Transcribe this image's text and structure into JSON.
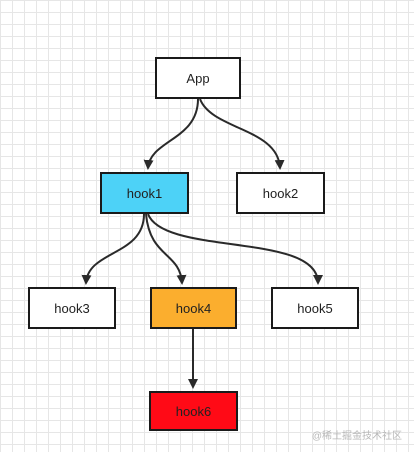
{
  "nodes": [
    {
      "id": "app",
      "label": "App",
      "fill": "#ffffff"
    },
    {
      "id": "hook1",
      "label": "hook1",
      "fill": "#4dd2f7"
    },
    {
      "id": "hook2",
      "label": "hook2",
      "fill": "#ffffff"
    },
    {
      "id": "hook3",
      "label": "hook3",
      "fill": "#ffffff"
    },
    {
      "id": "hook4",
      "label": "hook4",
      "fill": "#fbae2e"
    },
    {
      "id": "hook5",
      "label": "hook5",
      "fill": "#ffffff"
    },
    {
      "id": "hook6",
      "label": "hook6",
      "fill": "#ff0a16"
    }
  ],
  "edges": [
    {
      "from": "app",
      "to": "hook1"
    },
    {
      "from": "app",
      "to": "hook2"
    },
    {
      "from": "hook1",
      "to": "hook3"
    },
    {
      "from": "hook1",
      "to": "hook4"
    },
    {
      "from": "hook1",
      "to": "hook5"
    },
    {
      "from": "hook4",
      "to": "hook6"
    }
  ],
  "watermark": "@稀土掘金技术社区"
}
